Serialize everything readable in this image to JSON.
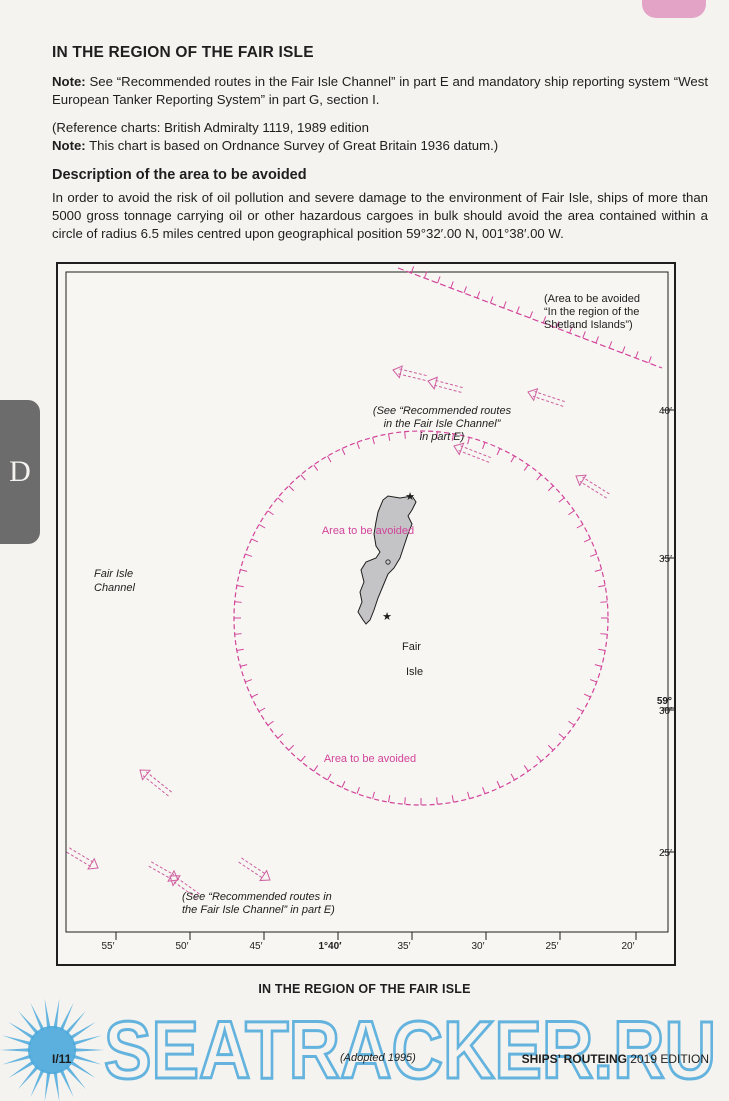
{
  "section": {
    "heading": "IN THE REGION OF THE FAIR ISLE",
    "note_label": "Note:",
    "note1": " See “Recommended routes in the Fair Isle Channel” in part E and mandatory ship reporting system “West European Tanker Reporting System” in part G, section I.",
    "reference": "(Reference charts: British Admiralty 1119, 1989 edition",
    "note2": " This chart is based on Ordnance Survey of Great Britain 1936 datum.)",
    "description_heading": "Description of the area to be avoided",
    "description": "In order to avoid the risk of oil pollution and severe damage to the environment of Fair Isle, ships of more than 5000 gross tonnage carrying oil or other hazardous cargoes in bulk should avoid the area contained within a circle of radius 6.5 miles centred upon geographical position 59°32′.00 N, 001°38′.00 W."
  },
  "side_tab": {
    "letter": "D"
  },
  "map": {
    "shetland_note": [
      "(Area to be avoided",
      "“In the region of the",
      "Shetland Islands”)"
    ],
    "routes_note_top": [
      "(See “Recommended routes",
      "in the Fair Isle Channel”",
      "in part E)"
    ],
    "routes_note_bottom": [
      "(See “Recommended routes in",
      "the Fair Isle Channel” in part E)"
    ],
    "channel_label": [
      "Fair Isle",
      "Channel"
    ],
    "island_label": [
      "Fair",
      "Isle"
    ],
    "area_label_top": "Area to be avoided",
    "area_label_bottom": "Area to be avoided",
    "lat_ticks": [
      "40′",
      "35′",
      "59°",
      "30′",
      "25′"
    ],
    "lon_ticks": [
      "55′",
      "50′",
      "45′",
      "1°40′",
      "35′",
      "30′",
      "25′",
      "20′"
    ],
    "caption": "IN THE REGION OF THE FAIR ISLE",
    "colors": {
      "area": "#d2449a",
      "route_arrow": "#cf5fa0",
      "island_fill": "#c4c4c6"
    }
  },
  "footer": {
    "page_number": "I/11",
    "adopted": "(Adopted 1995)",
    "brand": "SHIPS’ ROUTEING",
    "edition": " 2019 EDITION"
  },
  "watermark": {
    "text": "SEATRACKER.RU",
    "color": "#4aa8dc"
  }
}
